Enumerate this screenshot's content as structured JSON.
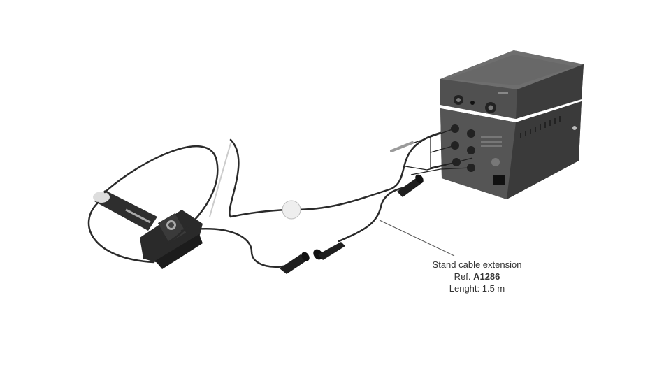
{
  "callout": {
    "title": "Stand cable extension",
    "ref_prefix": "Ref.",
    "ref_code": "A1286",
    "length": "Lenght: 1.5 m"
  },
  "colors": {
    "cable": "#2a2a2a",
    "station_top": "#5c5c5c",
    "station_body": "#4a4a4a",
    "pointer": "#555555"
  }
}
